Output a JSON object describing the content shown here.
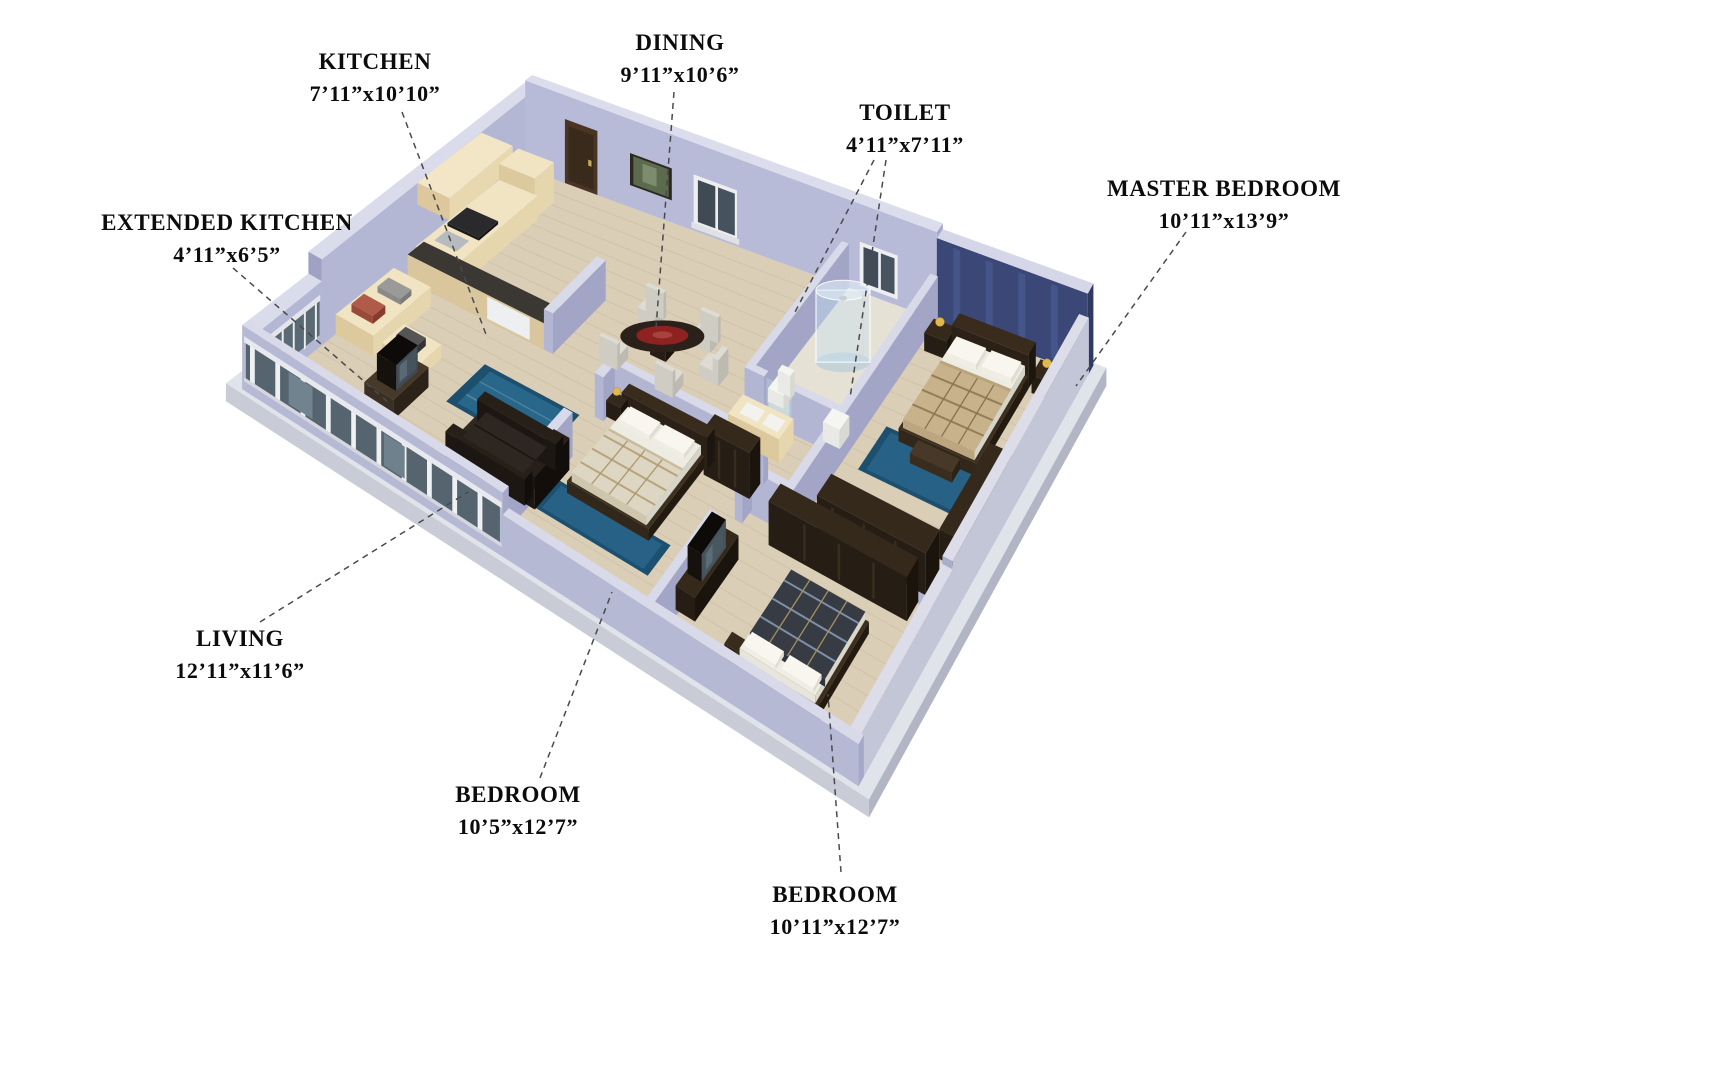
{
  "figure": {
    "background": "#ffffff",
    "type": "3d-floor-plan"
  },
  "rooms": [
    {
      "label": "KITCHEN",
      "dimensions": "7’11”x10’10”"
    },
    {
      "label": "DINING",
      "dimensions": "9’11”x10’6”"
    },
    {
      "label": "TOILET",
      "dimensions": "4’11”x7’11”"
    },
    {
      "label": "MASTER BEDROOM",
      "dimensions": "10’11”x13’9”"
    },
    {
      "label": "EXTENDED KITCHEN",
      "dimensions": "4’11”x6’5”"
    },
    {
      "label": "LIVING",
      "dimensions": "12’11”x11’6”"
    },
    {
      "label": "BEDROOM",
      "dimensions": "10’5”x12’7”"
    },
    {
      "label": "BEDROOM",
      "dimensions": "10’11”x12’7”"
    }
  ],
  "palette": {
    "wall": "#b3b6d3",
    "accent_wall": "#3b4877",
    "floor": "#dbceb6",
    "rug": "#276286",
    "furniture_dark": "#2a2118",
    "counter_cream": "#e6d6ae",
    "slab": "#c9ccd6",
    "label_text": "#0c0c0c",
    "leader_line": "#4a4a4a"
  }
}
